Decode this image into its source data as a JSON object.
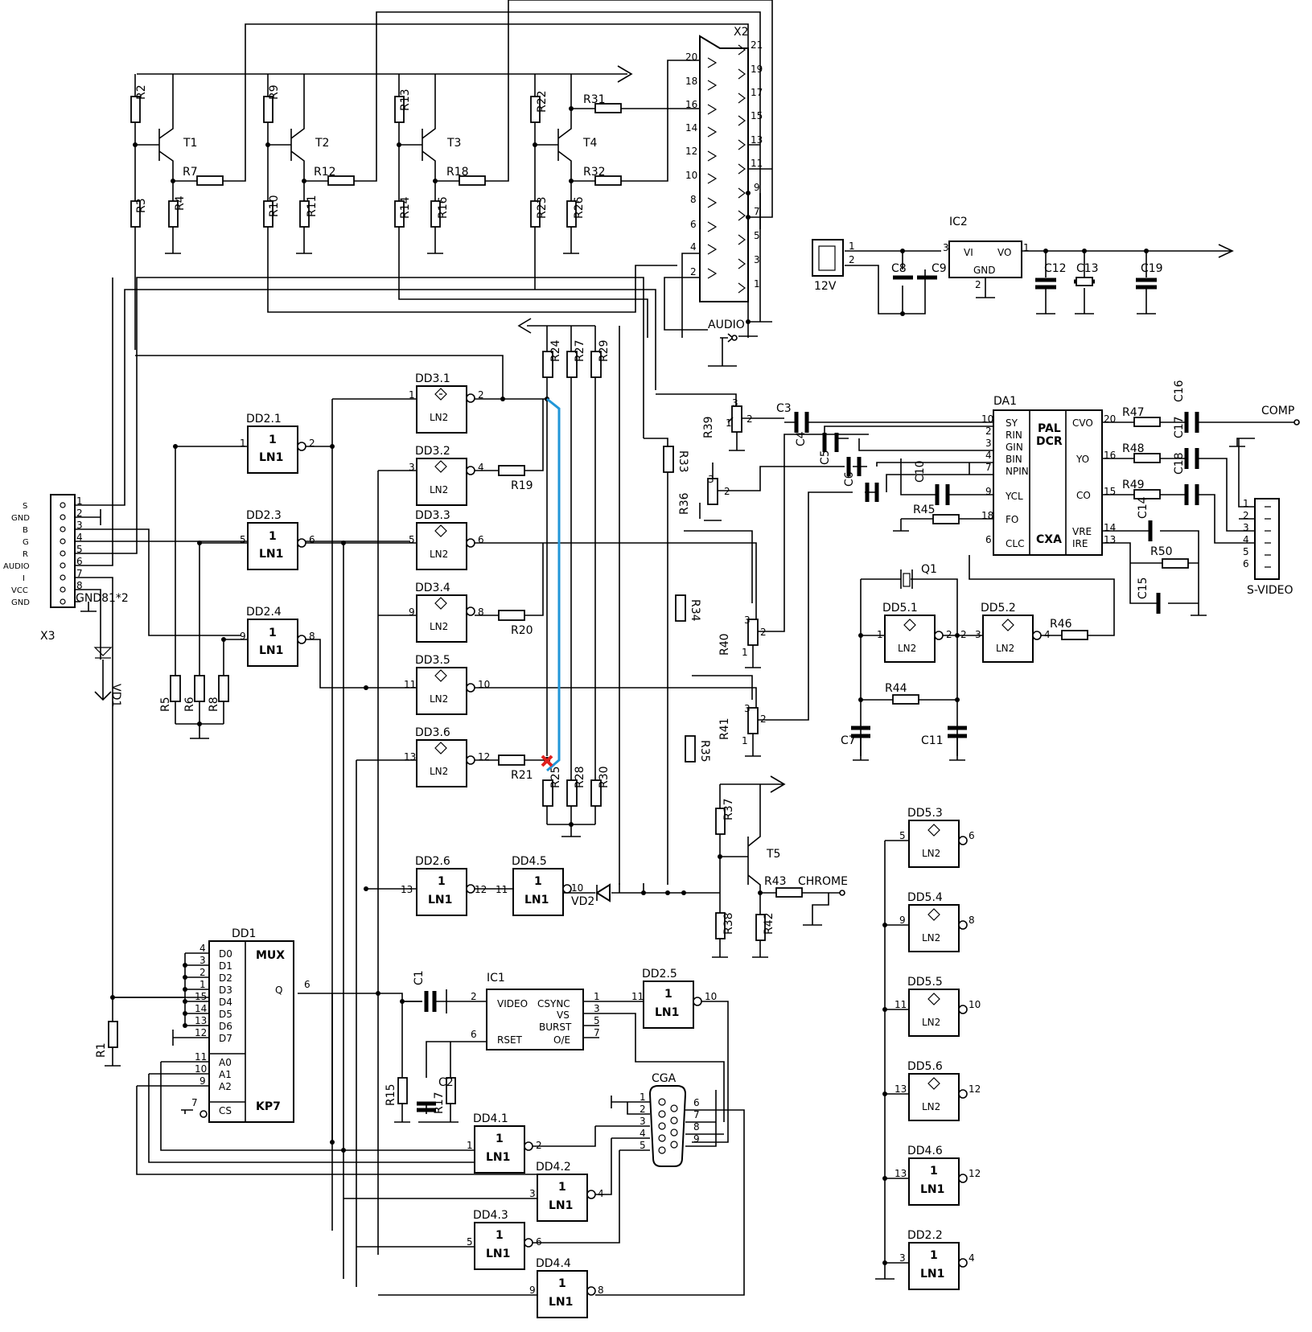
{
  "transistors": [
    "T1",
    "T2",
    "T3",
    "T4",
    "T5"
  ],
  "resistors": [
    "R1",
    "R2",
    "R3",
    "R4",
    "R5",
    "R6",
    "R7",
    "R8",
    "R9",
    "R10",
    "R11",
    "R12",
    "R13",
    "R14",
    "R15",
    "R16",
    "R17",
    "R18",
    "R19",
    "R20",
    "R21",
    "R22",
    "R23",
    "R24",
    "R25",
    "R26",
    "R27",
    "R28",
    "R29",
    "R30",
    "R31",
    "R32",
    "R33",
    "R34",
    "R35",
    "R36",
    "R37",
    "R38",
    "R39",
    "R40",
    "R41",
    "R42",
    "R43",
    "R44",
    "R45",
    "R46",
    "R47",
    "R48",
    "R49",
    "R50"
  ],
  "capacitors": [
    "C1",
    "C2",
    "C3",
    "C4",
    "C5",
    "C6",
    "C7",
    "C8",
    "C9",
    "C10",
    "C11",
    "C12",
    "C13",
    "C14",
    "C15",
    "C16",
    "C17",
    "C18",
    "C19"
  ],
  "connectors": {
    "x2": "X2",
    "x3": "X3",
    "x3_pins": [
      "S",
      "GND",
      "B",
      "G",
      "R",
      "AUDIO",
      "I",
      "VCC",
      "GND"
    ],
    "x3_note": "GND81*2",
    "svideo": "S-VIDEO",
    "comp": "COMP",
    "audio": "AUDIO",
    "chrome": "CHROME",
    "cga": "CGA",
    "power": "12V"
  },
  "gates": {
    "dd3": [
      "DD3.1",
      "DD3.2",
      "DD3.3",
      "DD3.4",
      "DD3.5",
      "DD3.6"
    ],
    "dd2": [
      "DD2.1",
      "DD2.3",
      "DD2.4",
      "DD2.6",
      "DD2.5",
      "DD2.2"
    ],
    "dd4": [
      "DD4.5",
      "DD4.1",
      "DD4.2",
      "DD4.3",
      "DD4.4",
      "DD4.6"
    ],
    "dd5": [
      "DD5.1",
      "DD5.2",
      "DD5.3",
      "DD5.4",
      "DD5.5",
      "DD5.6"
    ],
    "ln1_label": "LN1",
    "ln2_label": "LN2",
    "one": "1"
  },
  "ics": {
    "ic1": {
      "name": "IC1",
      "pins_left": [
        "VIDEO",
        "RSET"
      ],
      "pins_right": [
        "CSYNC",
        "VS",
        "BURST",
        "O/E"
      ]
    },
    "ic2": {
      "name": "IC2",
      "vi": "VI",
      "vo": "VO",
      "gnd": "GND"
    },
    "da1": {
      "name": "DA1",
      "left": [
        "SY",
        "RIN",
        "GIN",
        "BIN",
        "NPIN",
        "YCL",
        "FO",
        "CLC"
      ],
      "right": [
        "CVO",
        "YO",
        "CO",
        "VRE",
        "IRE"
      ],
      "title1": "PAL",
      "title2": "DCR",
      "title3": "CXA"
    },
    "dd1": {
      "name": "DD1",
      "left": [
        "D0",
        "D1",
        "D2",
        "D3",
        "D4",
        "D5",
        "D6",
        "D7"
      ],
      "addr": [
        "A0",
        "A1",
        "A2"
      ],
      "cs": "CS",
      "mux": "MUX",
      "q": "Q",
      "kp": "KP7"
    }
  },
  "diodes": [
    "VD1",
    "VD2"
  ],
  "crystal": "Q1"
}
